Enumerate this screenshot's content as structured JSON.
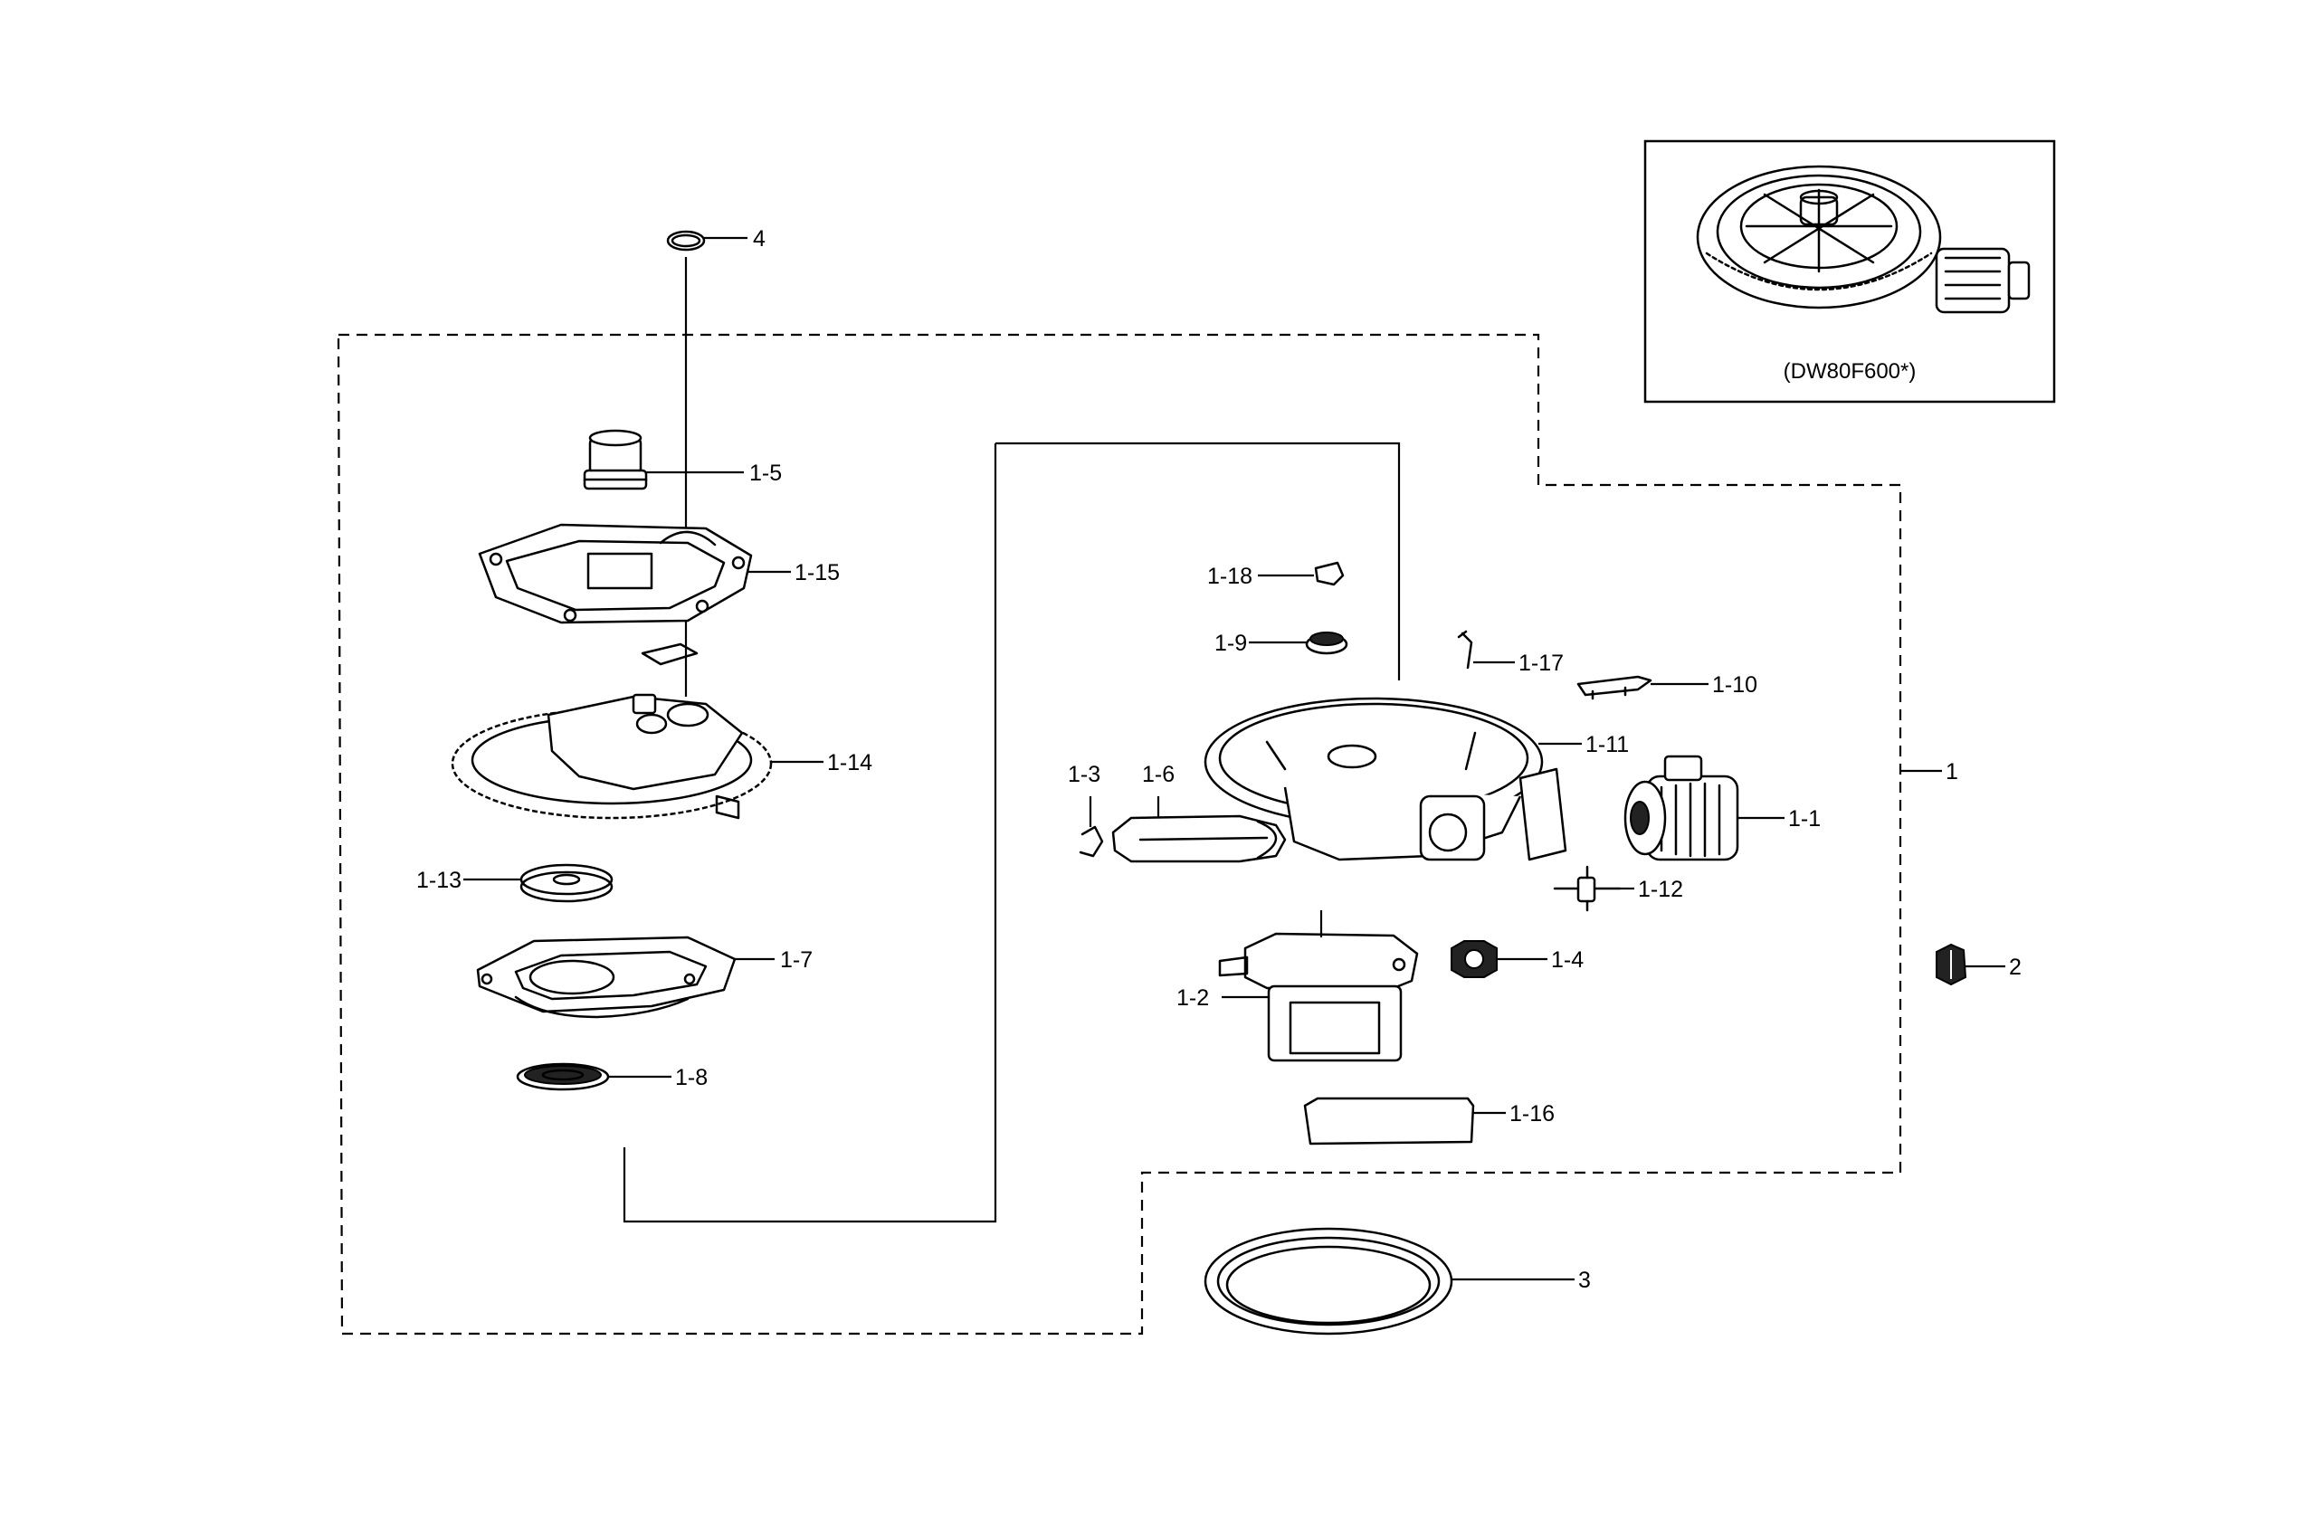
{
  "labels": {
    "p1": "1",
    "p1_1": "1-1",
    "p1_2": "1-2",
    "p1_3": "1-3",
    "p1_4": "1-4",
    "p1_5": "1-5",
    "p1_6": "1-6",
    "p1_7": "1-7",
    "p1_8": "1-8",
    "p1_9": "1-9",
    "p1_10": "1-10",
    "p1_11": "1-11",
    "p1_12": "1-12",
    "p1_13": "1-13",
    "p1_14": "1-14",
    "p1_15": "1-15",
    "p1_16": "1-16",
    "p1_17": "1-17",
    "p1_18": "1-18",
    "p2": "2",
    "p3": "3",
    "p4": "4"
  },
  "inset": {
    "model": "(DW80F600*)"
  }
}
